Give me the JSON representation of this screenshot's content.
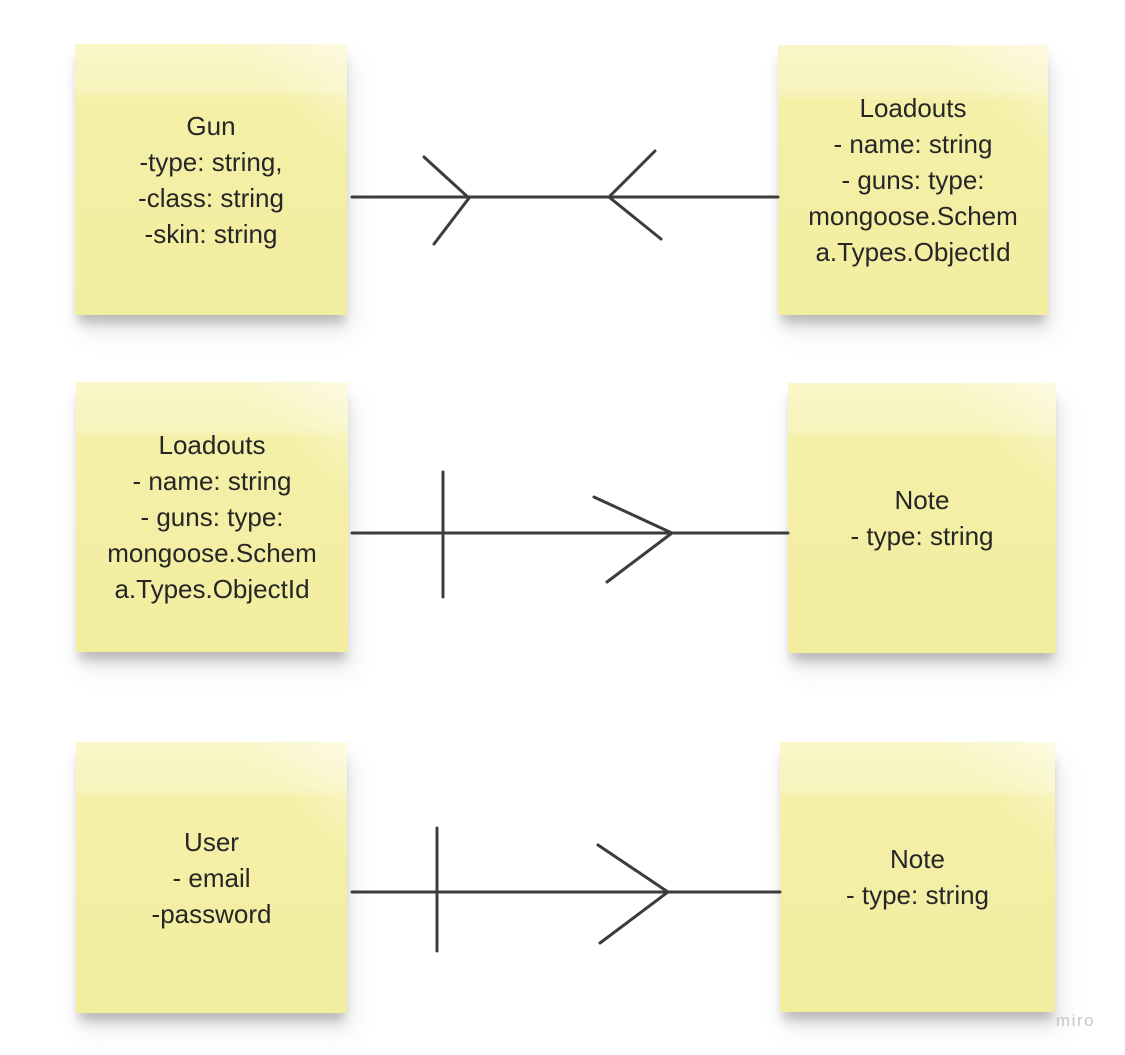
{
  "board": {
    "app": "miro-whiteboard",
    "watermark_label": "miro"
  },
  "colors": {
    "canvas_background": "#ffffff",
    "sticky_note_top": "#faf6c9",
    "sticky_note_body": "#f4eea2",
    "note_text": "#262626",
    "connector_stroke": "#3c3c3c",
    "watermark_text": "#c3c8cc"
  },
  "notes": [
    {
      "name": "gun",
      "text": "Gun\n-type: string,\n-class: string\n-skin: string"
    },
    {
      "name": "loadouts-top-right",
      "text": "Loadouts\n- name: string\n- guns: type:\nmongoose.Schem\na.Types.ObjectId"
    },
    {
      "name": "loadouts-middle-left",
      "text": "Loadouts\n- name: string\n- guns: type:\nmongoose.Schem\na.Types.ObjectId"
    },
    {
      "name": "note-middle-right",
      "text": "Note\n- type: string"
    },
    {
      "name": "user",
      "text": "User\n- email\n-password"
    },
    {
      "name": "note-bottom-right",
      "text": "Note\n- type: string"
    }
  ],
  "connectors": [
    {
      "name": "gun-to-loadouts",
      "style": "line with two inward-facing arrowheads"
    },
    {
      "name": "loadouts-to-note",
      "style": "line with crossing tick and right-pointing arrowhead"
    },
    {
      "name": "user-to-note",
      "style": "line with crossing tick and right-pointing arrowhead"
    }
  ]
}
